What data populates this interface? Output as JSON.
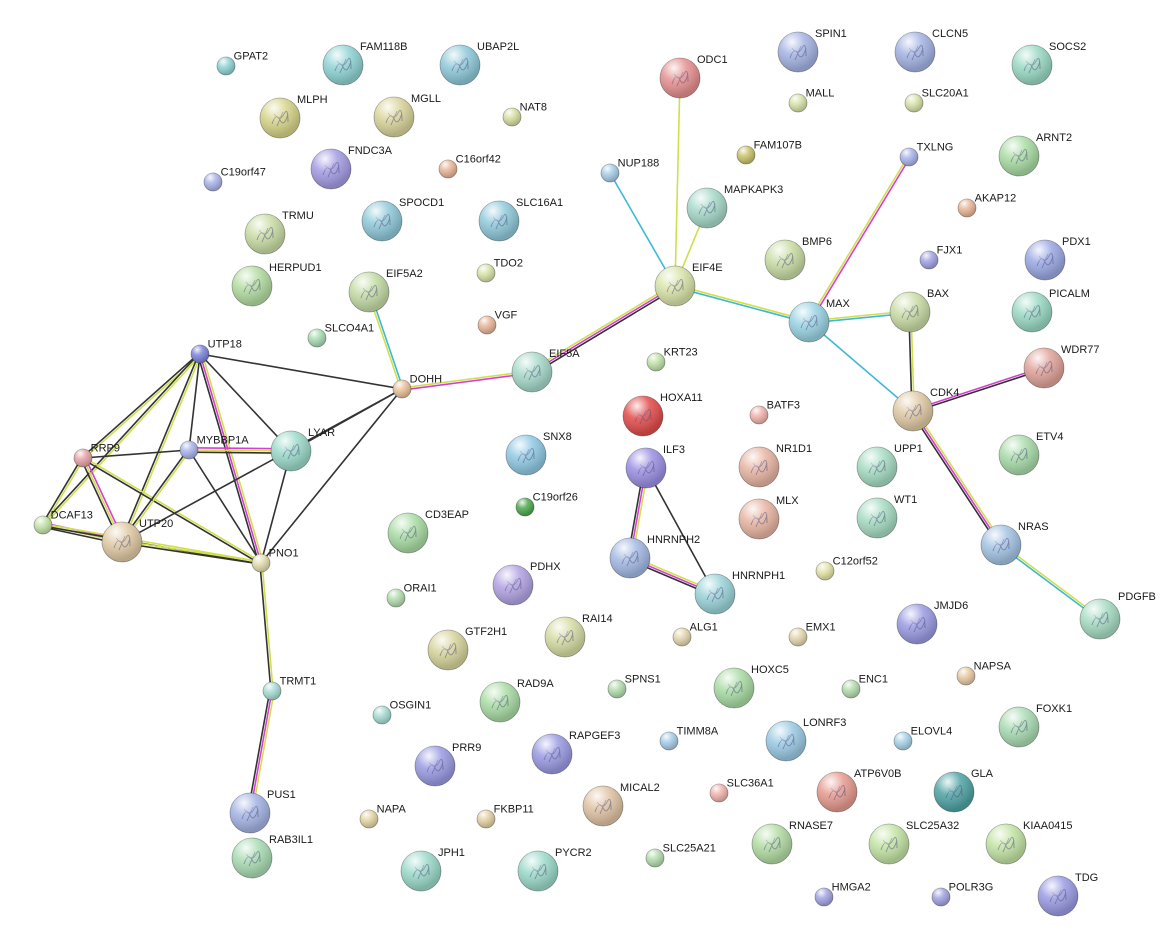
{
  "nodes": [
    {
      "id": "GPAT2",
      "label": "GPAT2",
      "color": "#8fd3d3",
      "kind": "small"
    },
    {
      "id": "FAM118B",
      "label": "FAM118B",
      "color": "#8fd3d3",
      "kind": "big"
    },
    {
      "id": "UBAP2L",
      "label": "UBAP2L",
      "color": "#8fc9d9",
      "kind": "big"
    },
    {
      "id": "MLPH",
      "label": "MLPH",
      "color": "#d6d488",
      "kind": "big"
    },
    {
      "id": "MGLL",
      "label": "MGLL",
      "color": "#d9d49a",
      "kind": "big"
    },
    {
      "id": "NAT8",
      "label": "NAT8",
      "color": "#d7dea0",
      "kind": "small"
    },
    {
      "id": "C19orf47",
      "label": "C19orf47",
      "color": "#a9b3ea",
      "kind": "small"
    },
    {
      "id": "FNDC3A",
      "label": "FNDC3A",
      "color": "#a39be3",
      "kind": "big"
    },
    {
      "id": "C16orf42",
      "label": "C16orf42",
      "color": "#e8b597",
      "kind": "small"
    },
    {
      "id": "TRMU",
      "label": "TRMU",
      "color": "#c9dca4",
      "kind": "big"
    },
    {
      "id": "SPOCD1",
      "label": "SPOCD1",
      "color": "#8fc9d9",
      "kind": "big"
    },
    {
      "id": "SLC16A1",
      "label": "SLC16A1",
      "color": "#8fc9d9",
      "kind": "big"
    },
    {
      "id": "HERPUD1",
      "label": "HERPUD1",
      "color": "#b3dca0",
      "kind": "big"
    },
    {
      "id": "TDO2",
      "label": "TDO2",
      "color": "#d6e3a8",
      "kind": "small"
    },
    {
      "id": "EIF5A2",
      "label": "EIF5A2",
      "color": "#c3dca5",
      "kind": "big"
    },
    {
      "id": "VGF",
      "label": "VGF",
      "color": "#e8b597",
      "kind": "small"
    },
    {
      "id": "SLCO4A1",
      "label": "SLCO4A1",
      "color": "#a8dcb3",
      "kind": "small"
    },
    {
      "id": "ODC1",
      "label": "ODC1",
      "color": "#e58f8f",
      "kind": "big"
    },
    {
      "id": "NUP188",
      "label": "NUP188",
      "color": "#a7cde8",
      "kind": "small"
    },
    {
      "id": "MAPKAPK3",
      "label": "MAPKAPK3",
      "color": "#a6d9c9",
      "kind": "big"
    },
    {
      "id": "SPIN1",
      "label": "SPIN1",
      "color": "#a3b3e3",
      "kind": "big"
    },
    {
      "id": "MALL",
      "label": "MALL",
      "color": "#d7e3a8",
      "kind": "small"
    },
    {
      "id": "FAM107B",
      "label": "FAM107B",
      "color": "#c9c26a",
      "kind": "small"
    },
    {
      "id": "CLCN5",
      "label": "CLCN5",
      "color": "#a3b3e3",
      "kind": "big"
    },
    {
      "id": "SLC20A1",
      "label": "SLC20A1",
      "color": "#d7e3a8",
      "kind": "small"
    },
    {
      "id": "TXLNG",
      "label": "TXLNG",
      "color": "#a9b3ea",
      "kind": "small"
    },
    {
      "id": "SOCS2",
      "label": "SOCS2",
      "color": "#9ad9c3",
      "kind": "big"
    },
    {
      "id": "ARNT2",
      "label": "ARNT2",
      "color": "#a9dca4",
      "kind": "big"
    },
    {
      "id": "AKAP12",
      "label": "AKAP12",
      "color": "#e8b597",
      "kind": "small"
    },
    {
      "id": "BMP6",
      "label": "BMP6",
      "color": "#c9dca4",
      "kind": "big"
    },
    {
      "id": "EIF4E",
      "label": "EIF4E",
      "color": "#d8e3a8",
      "kind": "big"
    },
    {
      "id": "FJX1",
      "label": "FJX1",
      "color": "#a3a3e3",
      "kind": "small"
    },
    {
      "id": "PDX1",
      "label": "PDX1",
      "color": "#9aa8e3",
      "kind": "big"
    },
    {
      "id": "PICALM",
      "label": "PICALM",
      "color": "#9ad9c3",
      "kind": "big"
    },
    {
      "id": "MAX",
      "label": "MAX",
      "color": "#9ad3e3",
      "kind": "big"
    },
    {
      "id": "BAX",
      "label": "BAX",
      "color": "#c9dca4",
      "kind": "big"
    },
    {
      "id": "WDR77",
      "label": "WDR77",
      "color": "#e0a39a",
      "kind": "big"
    },
    {
      "id": "UTP18",
      "label": "UTP18",
      "color": "#7a83d9",
      "kind": "small"
    },
    {
      "id": "DOHH",
      "label": "DOHH",
      "color": "#e8c29a",
      "kind": "small"
    },
    {
      "id": "EIF5A",
      "label": "EIF5A",
      "color": "#a6d9c9",
      "kind": "big"
    },
    {
      "id": "KRT23",
      "label": "KRT23",
      "color": "#bfe3a8",
      "kind": "small"
    },
    {
      "id": "CDK4",
      "label": "CDK4",
      "color": "#dfc9a4",
      "kind": "big"
    },
    {
      "id": "HOXA11",
      "label": "HOXA11",
      "color": "#e24b4b",
      "kind": "big"
    },
    {
      "id": "BATF3",
      "label": "BATF3",
      "color": "#f0b3ad",
      "kind": "small"
    },
    {
      "id": "RRP9",
      "label": "RRP9",
      "color": "#e6a3a8",
      "kind": "small"
    },
    {
      "id": "MYBBP1A",
      "label": "MYBBP1A",
      "color": "#a9b3ea",
      "kind": "small"
    },
    {
      "id": "LYAR",
      "label": "LYAR",
      "color": "#9ad9c9",
      "kind": "big"
    },
    {
      "id": "SNX8",
      "label": "SNX8",
      "color": "#8fc9e3",
      "kind": "big"
    },
    {
      "id": "ILF3",
      "label": "ILF3",
      "color": "#9a8fe3",
      "kind": "big"
    },
    {
      "id": "NR1D1",
      "label": "NR1D1",
      "color": "#e8b5a3",
      "kind": "big"
    },
    {
      "id": "UPP1",
      "label": "UPP1",
      "color": "#a6dcc3",
      "kind": "big"
    },
    {
      "id": "ETV4",
      "label": "ETV4",
      "color": "#a9dcaa",
      "kind": "big"
    },
    {
      "id": "C19orf26",
      "label": "C19orf26",
      "color": "#4fa84f",
      "kind": "small"
    },
    {
      "id": "MLX",
      "label": "MLX",
      "color": "#e8b5a3",
      "kind": "big"
    },
    {
      "id": "WT1",
      "label": "WT1",
      "color": "#a6dcc3",
      "kind": "big"
    },
    {
      "id": "DCAF13",
      "label": "DCAF13",
      "color": "#c3e3a8",
      "kind": "small"
    },
    {
      "id": "UTP20",
      "label": "UTP20",
      "color": "#dfc9a4",
      "kind": "big"
    },
    {
      "id": "CD3EAP",
      "label": "CD3EAP",
      "color": "#a9dca4",
      "kind": "big"
    },
    {
      "id": "PNO1",
      "label": "PNO1",
      "color": "#e3dcae",
      "kind": "small"
    },
    {
      "id": "HNRNPH2",
      "label": "HNRNPH2",
      "color": "#a3b9e3",
      "kind": "big"
    },
    {
      "id": "NRAS",
      "label": "NRAS",
      "color": "#a3c3e3",
      "kind": "big"
    },
    {
      "id": "PDHX",
      "label": "PDHX",
      "color": "#b3a3e3",
      "kind": "big"
    },
    {
      "id": "C12orf52",
      "label": "C12orf52",
      "color": "#e3e3a8",
      "kind": "small"
    },
    {
      "id": "HNRNPH1",
      "label": "HNRNPH1",
      "color": "#9ad3d9",
      "kind": "big"
    },
    {
      "id": "ORAI1",
      "label": "ORAI1",
      "color": "#b3dcae",
      "kind": "small"
    },
    {
      "id": "PDGFB",
      "label": "PDGFB",
      "color": "#a6dcc3",
      "kind": "big"
    },
    {
      "id": "RAI14",
      "label": "RAI14",
      "color": "#d6dca4",
      "kind": "big"
    },
    {
      "id": "GTF2H1",
      "label": "GTF2H1",
      "color": "#d6d49a",
      "kind": "big"
    },
    {
      "id": "ALG1",
      "label": "ALG1",
      "color": "#e3d6ae",
      "kind": "small"
    },
    {
      "id": "EMX1",
      "label": "EMX1",
      "color": "#e3d6ae",
      "kind": "small"
    },
    {
      "id": "JMJD6",
      "label": "JMJD6",
      "color": "#9a9ae3",
      "kind": "big"
    },
    {
      "id": "NAPSA",
      "label": "NAPSA",
      "color": "#e8c9a3",
      "kind": "small"
    },
    {
      "id": "TRMT1",
      "label": "TRMT1",
      "color": "#a6dcd3",
      "kind": "small"
    },
    {
      "id": "RAD9A",
      "label": "RAD9A",
      "color": "#a9dca4",
      "kind": "big"
    },
    {
      "id": "SPNS1",
      "label": "SPNS1",
      "color": "#b3dcae",
      "kind": "small"
    },
    {
      "id": "HOXC5",
      "label": "HOXC5",
      "color": "#a9dca4",
      "kind": "big"
    },
    {
      "id": "ENC1",
      "label": "ENC1",
      "color": "#b3dcae",
      "kind": "small"
    },
    {
      "id": "OSGIN1",
      "label": "OSGIN1",
      "color": "#a6dcd3",
      "kind": "small"
    },
    {
      "id": "FOXK1",
      "label": "FOXK1",
      "color": "#a9dcb3",
      "kind": "big"
    },
    {
      "id": "TIMM8A",
      "label": "TIMM8A",
      "color": "#a7cde8",
      "kind": "small"
    },
    {
      "id": "LONRF3",
      "label": "LONRF3",
      "color": "#9ac9e3",
      "kind": "big"
    },
    {
      "id": "ELOVL4",
      "label": "ELOVL4",
      "color": "#a7d3e8",
      "kind": "small"
    },
    {
      "id": "PRR9",
      "label": "PRR9",
      "color": "#9a9ae3",
      "kind": "big"
    },
    {
      "id": "RAPGEF3",
      "label": "RAPGEF3",
      "color": "#9a9ae3",
      "kind": "big"
    },
    {
      "id": "PUS1",
      "label": "PUS1",
      "color": "#a3b3e3",
      "kind": "big"
    },
    {
      "id": "ATP6V0B",
      "label": "ATP6V0B",
      "color": "#e59a8f",
      "kind": "big"
    },
    {
      "id": "GLA",
      "label": "GLA",
      "color": "#4fa3a3",
      "kind": "big"
    },
    {
      "id": "NAPA",
      "label": "NAPA",
      "color": "#e3d6a3",
      "kind": "small"
    },
    {
      "id": "FKBP11",
      "label": "FKBP11",
      "color": "#e3cfa3",
      "kind": "small"
    },
    {
      "id": "MICAL2",
      "label": "MICAL2",
      "color": "#dfc3a3",
      "kind": "big"
    },
    {
      "id": "SLC36A1",
      "label": "SLC36A1",
      "color": "#f0b3ad",
      "kind": "small"
    },
    {
      "id": "RAB3IL1",
      "label": "RAB3IL1",
      "color": "#a9dcb3",
      "kind": "big"
    },
    {
      "id": "RNASE7",
      "label": "RNASE7",
      "color": "#b3dca4",
      "kind": "big"
    },
    {
      "id": "SLC25A32",
      "label": "SLC25A32",
      "color": "#c3e3a4",
      "kind": "big"
    },
    {
      "id": "KIAA0415",
      "label": "KIAA0415",
      "color": "#c3e3a4",
      "kind": "big"
    },
    {
      "id": "SLC25A21",
      "label": "SLC25A21",
      "color": "#b3dcae",
      "kind": "small"
    },
    {
      "id": "JPH1",
      "label": "JPH1",
      "color": "#9ad9c9",
      "kind": "big"
    },
    {
      "id": "PYCR2",
      "label": "PYCR2",
      "color": "#9ad9c9",
      "kind": "big"
    },
    {
      "id": "HMGA2",
      "label": "HMGA2",
      "color": "#a3a3e3",
      "kind": "small"
    },
    {
      "id": "POLR3G",
      "label": "POLR3G",
      "color": "#a3a3e3",
      "kind": "small"
    },
    {
      "id": "TDG",
      "label": "TDG",
      "color": "#9a9ae3",
      "kind": "big"
    }
  ],
  "edges": [
    {
      "from": "UTP18",
      "to": "DOHH",
      "colors": [
        "#333333"
      ]
    },
    {
      "from": "UTP18",
      "to": "LYAR",
      "colors": [
        "#333333"
      ]
    },
    {
      "from": "UTP18",
      "to": "RRP9",
      "colors": [
        "#cfe04a",
        "#333333"
      ]
    },
    {
      "from": "UTP18",
      "to": "MYBBP1A",
      "colors": [
        "#333333"
      ]
    },
    {
      "from": "UTP18",
      "to": "DCAF13",
      "colors": [
        "#cfe04a",
        "#333333"
      ]
    },
    {
      "from": "UTP18",
      "to": "UTP20",
      "colors": [
        "#cfe04a",
        "#333333"
      ]
    },
    {
      "from": "UTP18",
      "to": "PNO1",
      "colors": [
        "#cfe04a",
        "#d63fd6",
        "#333333"
      ]
    },
    {
      "from": "RRP9",
      "to": "MYBBP1A",
      "colors": [
        "#333333"
      ]
    },
    {
      "from": "RRP9",
      "to": "DCAF13",
      "colors": [
        "#cfe04a",
        "#333333"
      ]
    },
    {
      "from": "RRP9",
      "to": "UTP20",
      "colors": [
        "#d63fd6",
        "#cfe04a",
        "#333333"
      ]
    },
    {
      "from": "RRP9",
      "to": "PNO1",
      "colors": [
        "#cfe04a",
        "#333333"
      ]
    },
    {
      "from": "MYBBP1A",
      "to": "LYAR",
      "colors": [
        "#d63fd6",
        "#cfe04a",
        "#333333"
      ]
    },
    {
      "from": "MYBBP1A",
      "to": "UTP20",
      "colors": [
        "#cfe04a",
        "#333333"
      ]
    },
    {
      "from": "MYBBP1A",
      "to": "PNO1",
      "colors": [
        "#333333"
      ]
    },
    {
      "from": "DCAF13",
      "to": "UTP20",
      "colors": [
        "#d63fd6",
        "#cfe04a",
        "#333333"
      ]
    },
    {
      "from": "DCAF13",
      "to": "PNO1",
      "colors": [
        "#cfe04a",
        "#333333"
      ]
    },
    {
      "from": "UTP20",
      "to": "PNO1",
      "colors": [
        "#cfe04a",
        "#333333"
      ]
    },
    {
      "from": "LYAR",
      "to": "PNO1",
      "colors": [
        "#333333"
      ]
    },
    {
      "from": "LYAR",
      "to": "DOHH",
      "colors": [
        "#333333"
      ]
    },
    {
      "from": "DOHH",
      "to": "PNO1",
      "colors": [
        "#333333"
      ]
    },
    {
      "from": "DOHH",
      "to": "UTP20",
      "colors": [
        "#333333"
      ]
    },
    {
      "from": "DOHH",
      "to": "EIF5A",
      "colors": [
        "#cfe04a",
        "#d63fd6"
      ]
    },
    {
      "from": "DOHH",
      "to": "EIF5A2",
      "colors": [
        "#cfe04a",
        "#3fb8d6"
      ]
    },
    {
      "from": "EIF5A",
      "to": "EIF4E",
      "colors": [
        "#cfe04a",
        "#d63fd6",
        "#333333"
      ]
    },
    {
      "from": "EIF4E",
      "to": "NUP188",
      "colors": [
        "#3fb8d6"
      ]
    },
    {
      "from": "EIF4E",
      "to": "ODC1",
      "colors": [
        "#cfe04a"
      ]
    },
    {
      "from": "EIF4E",
      "to": "MAPKAPK3",
      "colors": [
        "#cfe04a"
      ]
    },
    {
      "from": "EIF4E",
      "to": "MAX",
      "colors": [
        "#cfe04a",
        "#3fb8d6"
      ]
    },
    {
      "from": "MAX",
      "to": "TXLNG",
      "colors": [
        "#cfe04a",
        "#d63fd6"
      ]
    },
    {
      "from": "MAX",
      "to": "BAX",
      "colors": [
        "#cfe04a",
        "#3fb8d6"
      ]
    },
    {
      "from": "MAX",
      "to": "CDK4",
      "colors": [
        "#3fb8d6"
      ]
    },
    {
      "from": "BAX",
      "to": "CDK4",
      "colors": [
        "#cfe04a",
        "#333333"
      ]
    },
    {
      "from": "CDK4",
      "to": "WDR77",
      "colors": [
        "#d63fd6",
        "#333333"
      ]
    },
    {
      "from": "CDK4",
      "to": "NRAS",
      "colors": [
        "#cfe04a",
        "#d63fd6",
        "#333333"
      ]
    },
    {
      "from": "NRAS",
      "to": "PDGFB",
      "colors": [
        "#cfe04a",
        "#3fb8d6"
      ]
    },
    {
      "from": "ILF3",
      "to": "HNRNPH2",
      "colors": [
        "#cfe04a",
        "#d63fd6",
        "#333333"
      ]
    },
    {
      "from": "ILF3",
      "to": "HNRNPH1",
      "colors": [
        "#333333"
      ]
    },
    {
      "from": "HNRNPH2",
      "to": "HNRNPH1",
      "colors": [
        "#cfe04a",
        "#d63fd6",
        "#333333"
      ]
    },
    {
      "from": "PNO1",
      "to": "TRMT1",
      "colors": [
        "#cfe04a",
        "#333333"
      ]
    },
    {
      "from": "TRMT1",
      "to": "PUS1",
      "colors": [
        "#cfe04a",
        "#d63fd6",
        "#333333"
      ]
    }
  ]
}
